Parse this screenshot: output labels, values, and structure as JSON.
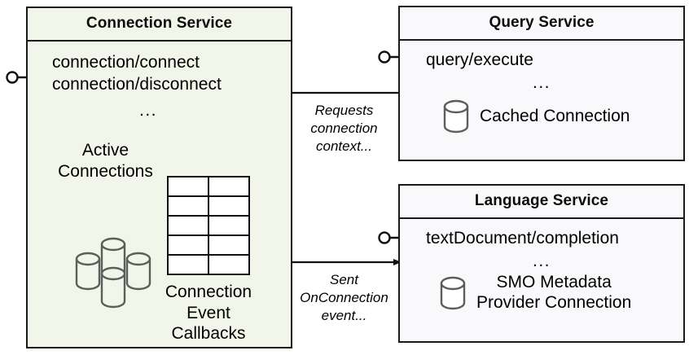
{
  "diagram": {
    "title": "Connection Service interaction diagram",
    "background": "#ffffff",
    "stroke_color": "#1a1a1a",
    "icon_stroke_color": "#5a5f5a"
  },
  "connection_service": {
    "title": "Connection Service",
    "fill": "#f2f5e9",
    "endpoints": "connection/connect\nconnection/disconnect",
    "endpoint_lines": [
      "connection/connect",
      "connection/disconnect"
    ],
    "ellipsis": "...",
    "active_connections_label": "Active\nConnections",
    "callbacks_label": "Connection\nEvent\nCallbacks",
    "cylinder_cluster_icon": "database-cluster-icon",
    "callback_table": {
      "rows": 5,
      "columns": 2
    },
    "provided_interface_icon": "lollipop-interface-icon"
  },
  "query_service": {
    "title": "Query Service",
    "fill": "#f9f9fb",
    "endpoint": "query/execute",
    "ellipsis": "...",
    "artifact_label": "Cached Connection",
    "artifact_icon": "database-cylinder-icon",
    "provided_interface_icon": "lollipop-interface-icon"
  },
  "language_service": {
    "title": "Language Service",
    "fill": "#f9f9fb",
    "endpoint": "textDocument/completion",
    "ellipsis": "...",
    "artifact_label": "SMO Metadata\nProvider Connection",
    "artifact_label_lines": [
      "SMO Metadata",
      "Provider Connection"
    ],
    "artifact_icon": "database-cylinder-icon",
    "provided_interface_icon": "lollipop-interface-icon"
  },
  "edges": [
    {
      "id": "query-to-connection",
      "label": "Requests\nconnection\ncontext...",
      "label_lines": [
        "Requests",
        "connection",
        "context..."
      ],
      "from": "query_service",
      "to": "connection_service",
      "arrow": "left"
    },
    {
      "id": "connection-to-language",
      "label": "Sent\nOnConnection\nevent...",
      "label_lines": [
        "Sent",
        "OnConnection",
        "event..."
      ],
      "from": "connection_service",
      "to": "language_service",
      "arrow": "right"
    }
  ]
}
